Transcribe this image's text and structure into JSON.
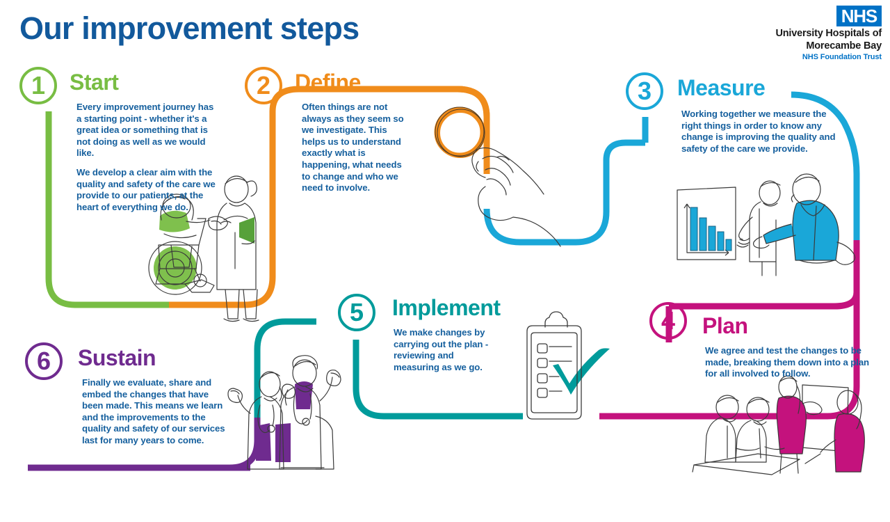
{
  "page": {
    "title": "Our improvement steps",
    "background": "#ffffff",
    "title_color": "#12599c",
    "body_text_color": "#16609e"
  },
  "logo": {
    "nhs_mark": "NHS",
    "trust_line1": "University Hospitals of",
    "trust_line2": "Morecambe Bay",
    "trust_sub": "NHS Foundation Trust",
    "nhs_blue": "#0072c6"
  },
  "steps": [
    {
      "number": "1",
      "heading": "Start",
      "color": "#78bd43",
      "paragraphs": [
        "Every improvement journey has a starting point - whether it's a great idea or something that is not doing as well as we would like.",
        "We develop a clear aim with the quality and safety of the care we provide to our patients, at the heart of everything we do."
      ],
      "illustration": "nurse-with-wheelchair-patient"
    },
    {
      "number": "2",
      "heading": "Define",
      "color": "#f08c1b",
      "paragraphs": [
        "Often things are not always as they seem so we investigate. This helps us to understand exactly what is happening, what needs to change and who we need to involve."
      ],
      "illustration": "hand-holding-magnifying-glass"
    },
    {
      "number": "3",
      "heading": "Measure",
      "color": "#1aa7d8",
      "paragraphs": [
        "Working together we measure the right things in order to know any change is improving the quality and safety of the care we provide."
      ],
      "illustration": "two-people-reviewing-bar-chart"
    },
    {
      "number": "4",
      "heading": "Plan",
      "color": "#c4127d",
      "paragraphs": [
        "We agree and test the changes to be made, breaking them down into a plan for all involved to follow."
      ],
      "illustration": "team-meeting-at-whiteboard"
    },
    {
      "number": "5",
      "heading": "Implement",
      "color": "#009b9b",
      "paragraphs": [
        "We make changes by carrying out the plan - reviewing and measuring as we go."
      ],
      "illustration": "clipboard-with-tick"
    },
    {
      "number": "6",
      "heading": "Sustain",
      "color": "#6f2b8f",
      "paragraphs": [
        "Finally we evaluate, share and embed the changes that have been made. This means we learn and the improvements to the quality and safety of our services last for many years to come."
      ],
      "illustration": "celebrating-clinical-staff"
    }
  ],
  "connector": {
    "description": "continuous winding ribbon linking steps 1 through 6",
    "segment_colors": [
      "#78bd43",
      "#f08c1b",
      "#1aa7d8",
      "#c4127d",
      "#009b9b",
      "#6f2b8f"
    ],
    "stroke_width": 9
  }
}
